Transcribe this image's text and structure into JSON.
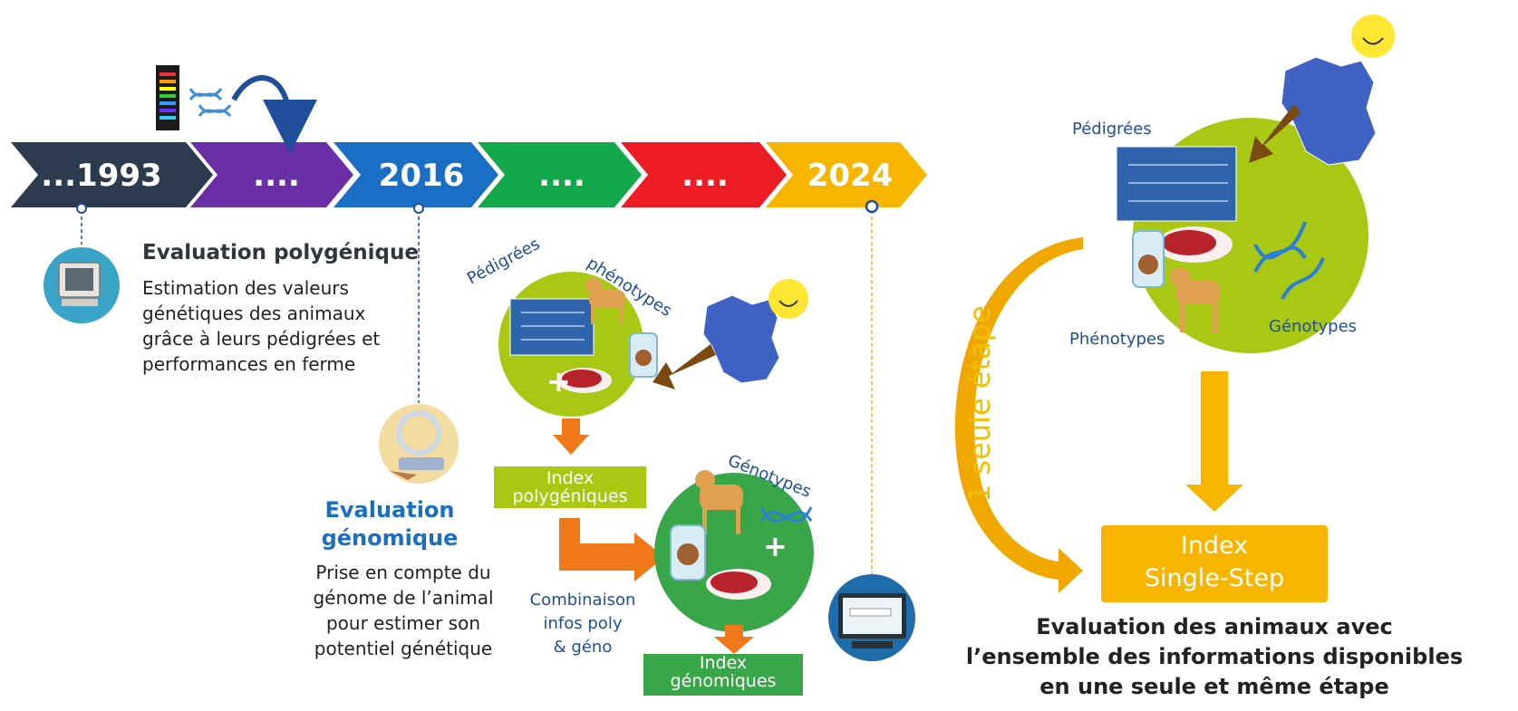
{
  "timeline": {
    "steps": [
      {
        "label": "...1993",
        "color": "#2d3b4e"
      },
      {
        "label": "....",
        "color": "#6a2ea6"
      },
      {
        "label": "2016",
        "color": "#1a6fc4"
      },
      {
        "label": "....",
        "color": "#12a84b"
      },
      {
        "label": "....",
        "color": "#ee1c25"
      },
      {
        "label": "2024",
        "color": "#f7b500"
      }
    ]
  },
  "poly": {
    "title": "Evaluation polygénique",
    "lines": [
      "Estimation des valeurs",
      "génétiques des animaux",
      "grâce à leurs pédigrées et",
      "performances en ferme"
    ]
  },
  "geno": {
    "title_lines": [
      "Evaluation",
      "génomique"
    ],
    "lines": [
      "Prise en compte du",
      "génome de l’animal",
      "pour estimer son",
      "potentiel génétique"
    ]
  },
  "middle": {
    "pedigrees": "Pédigrées",
    "phenotypes": "phénotypes",
    "genotypes": "Génotypes",
    "index_poly": [
      "Index",
      "polygéniques"
    ],
    "index_geno": [
      "Index",
      "génomiques"
    ],
    "combinaison": [
      "Combinaison",
      "infos poly",
      "& géno"
    ],
    "plus": "+"
  },
  "right": {
    "pedigrees": "Pédigrées",
    "phenotypes": "Phénotypes",
    "genotypes": "Génotypes",
    "one_step": "1 seule étape",
    "index_ss": [
      "Index",
      "Single-Step"
    ],
    "conclusion": [
      "Evaluation  des animaux avec",
      "l’ensemble des informations disponibles",
      "en une seule et même étape"
    ]
  },
  "colors": {
    "green_circle": "#a8c813",
    "dark_green": "#3aa64a",
    "orange": "#f07818",
    "yellow": "#f7b500",
    "blue_text": "#1f4e9c",
    "brown_arrow": "#8a5a10"
  }
}
